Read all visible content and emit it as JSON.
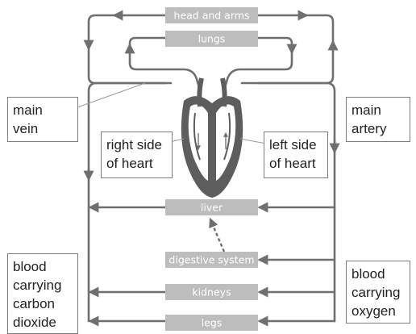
{
  "organs": {
    "head_and_arms": "head and arms",
    "lungs": "lungs",
    "liver": "liver",
    "digestive_system": "digestive system",
    "kidneys": "kidneys",
    "legs": "legs"
  },
  "labels": {
    "main_vein": [
      "main",
      "vein"
    ],
    "main_artery": [
      "main",
      "artery"
    ],
    "right_side_of_heart": [
      "right side",
      "of heart"
    ],
    "left_side_of_heart": [
      "left side",
      "of heart"
    ],
    "blood_carrying_carbon_dioxide": [
      "blood",
      "carrying",
      "carbon",
      "dioxide"
    ],
    "blood_carrying_oxygen": [
      "blood",
      "carrying",
      "oxygen"
    ]
  },
  "colors": {
    "organ_box": "#bdbdbd",
    "vessel": "#6f6f6f",
    "heart_dark": "#5d5d5d",
    "heart_light": "#ffffff"
  }
}
